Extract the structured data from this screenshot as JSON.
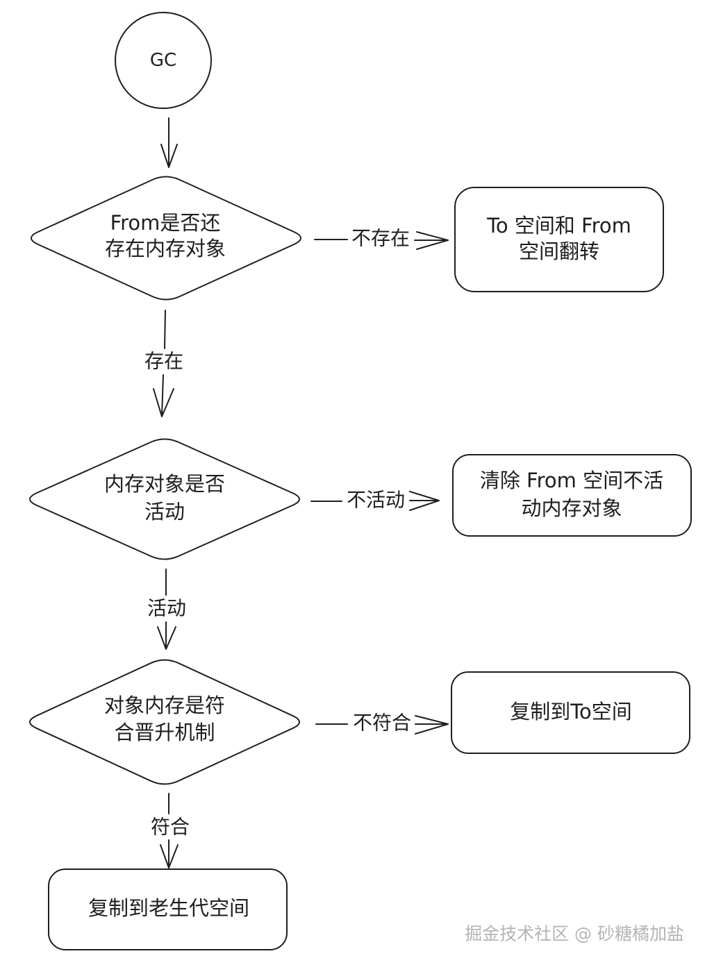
{
  "colors": {
    "stroke": "#1e1e1e",
    "background": "#ffffff",
    "watermark": "#b4b4b4"
  },
  "nodes": {
    "start": {
      "label": "GC"
    },
    "from_has_objects": {
      "lines": [
        "From是否还",
        "存在内存对象"
      ]
    },
    "flip_spaces": {
      "lines": [
        "To 空间和 From",
        "空间翻转"
      ]
    },
    "objects_active": {
      "lines": [
        "内存对象是否",
        "活动"
      ]
    },
    "clear_inactive": {
      "lines": [
        "清除 From 空间不活",
        "动内存对象"
      ]
    },
    "promotion_check": {
      "lines": [
        "对象内存是符",
        "合晋升机制"
      ]
    },
    "copy_to_space": {
      "lines": [
        "复制到To空间"
      ]
    },
    "copy_old_generation": {
      "lines": [
        "复制到老生代空间"
      ]
    }
  },
  "edges": {
    "not_exist": "不存在",
    "exist": "存在",
    "inactive": "不活动",
    "active": "活动",
    "not_meet": "不符合",
    "meet": "符合"
  },
  "watermark": "掘金技术社区 @ 砂糖橘加盐"
}
